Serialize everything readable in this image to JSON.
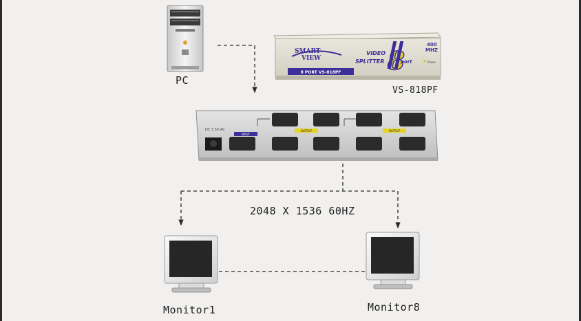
{
  "diagram": {
    "pc_label": "PC",
    "model_label": "VS-818PF",
    "resolution_label": "2048 X 1536 60HZ",
    "monitor_first_label": "Monitor1",
    "monitor_last_label": "Monitor8",
    "device_front": {
      "brand_line1": "SMART",
      "brand_line2": "VIEW",
      "product_line1": "VIDEO",
      "product_line2": "SPLITTER",
      "big_mark": "8",
      "port_word": "port",
      "bandwidth_line1": "400",
      "bandwidth_line2": "MHZ",
      "power_text": "Power",
      "bottom_strip": "8 PORT  VS-818PF"
    },
    "device_rear": {
      "dc_label": "DC 7.5V AC",
      "input_tag": "INPUT",
      "output_tag_1": "OUTPUT",
      "output_tag_2": "OUTPUT"
    }
  }
}
